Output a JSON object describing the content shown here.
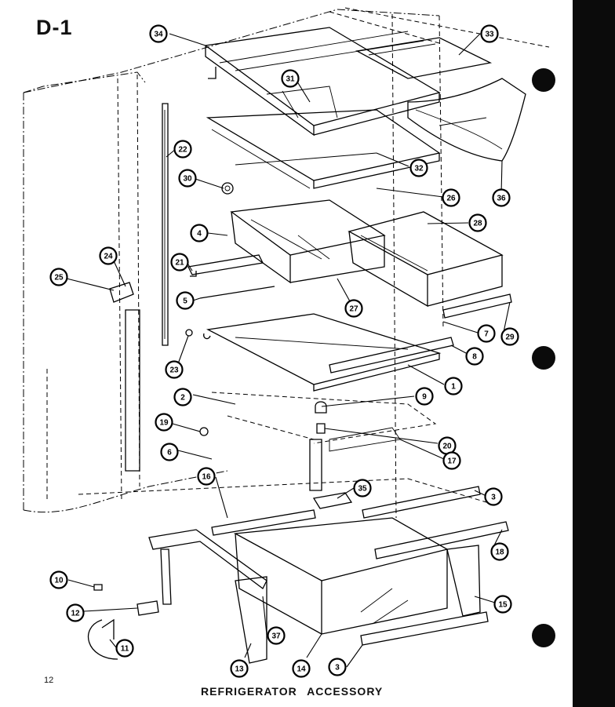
{
  "page": {
    "diagram_id": "D-1",
    "page_number": "12",
    "caption": "REFRIGERATOR ACCESSORY"
  },
  "callouts": [
    {
      "label": "34"
    },
    {
      "label": "33"
    },
    {
      "label": "31"
    },
    {
      "label": "22"
    },
    {
      "label": "32"
    },
    {
      "label": "30"
    },
    {
      "label": "26"
    },
    {
      "label": "36"
    },
    {
      "label": "28"
    },
    {
      "label": "4"
    },
    {
      "label": "24"
    },
    {
      "label": "21"
    },
    {
      "label": "25"
    },
    {
      "label": "5"
    },
    {
      "label": "27"
    },
    {
      "label": "7"
    },
    {
      "label": "29"
    },
    {
      "label": "23"
    },
    {
      "label": "8"
    },
    {
      "label": "1"
    },
    {
      "label": "2"
    },
    {
      "label": "9"
    },
    {
      "label": "19"
    },
    {
      "label": "20"
    },
    {
      "label": "6"
    },
    {
      "label": "17"
    },
    {
      "label": "16"
    },
    {
      "label": "35"
    },
    {
      "label": "3"
    },
    {
      "label": "18"
    },
    {
      "label": "10"
    },
    {
      "label": "15"
    },
    {
      "label": "12"
    },
    {
      "label": "37"
    },
    {
      "label": "11"
    },
    {
      "label": "13"
    },
    {
      "label": "14"
    },
    {
      "label": "3"
    }
  ]
}
